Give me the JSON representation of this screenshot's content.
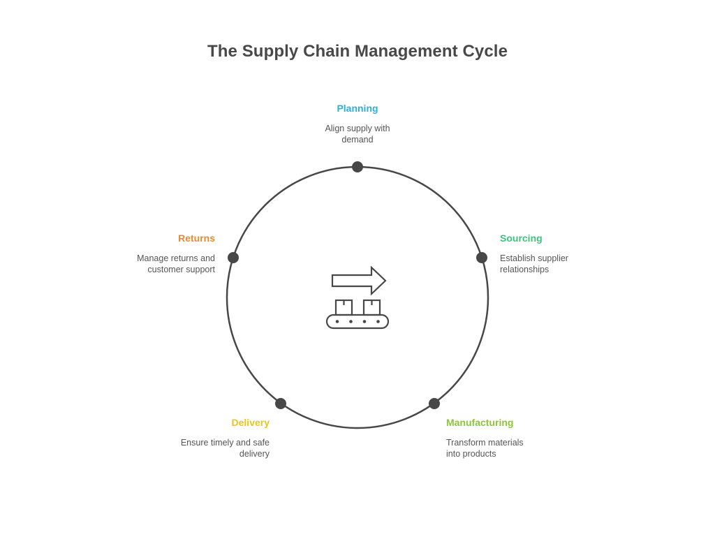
{
  "title": "The Supply Chain Management Cycle",
  "center_icon": "conveyor-belt-with-arrow-icon",
  "colors": {
    "title": "#484848",
    "ring": "#474747",
    "node": "#474747",
    "description": "#555555"
  },
  "steps": [
    {
      "id": "planning",
      "label": "Planning",
      "description": "Align supply with demand",
      "color": "#2bb0dc"
    },
    {
      "id": "sourcing",
      "label": "Sourcing",
      "description": "Establish supplier relationships",
      "color": "#3cc47f"
    },
    {
      "id": "manufacturing",
      "label": "Manufacturing",
      "description": "Transform materials into products",
      "color": "#8cc43a"
    },
    {
      "id": "delivery",
      "label": "Delivery",
      "description": "Ensure timely and safe delivery",
      "color": "#e3c81b"
    },
    {
      "id": "returns",
      "label": "Returns",
      "description": "Manage returns and customer support",
      "color": "#ea8a2c"
    }
  ]
}
